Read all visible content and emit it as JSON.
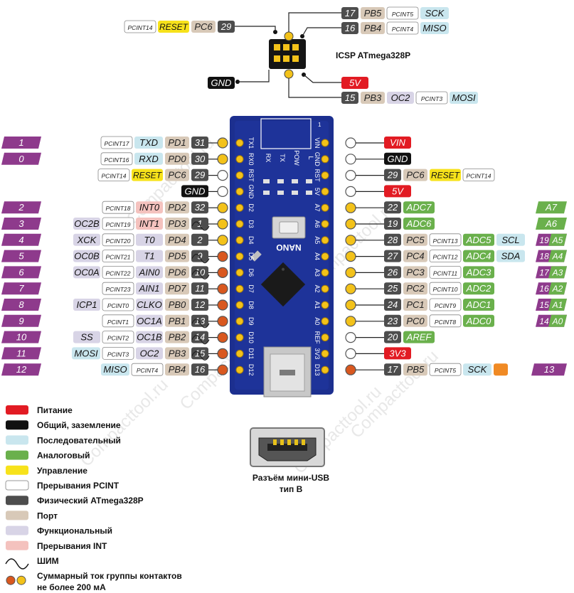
{
  "colors": {
    "power": "#e21b23",
    "ground": "#111111",
    "serial": "#c9e6ee",
    "analog": "#6ab04c",
    "control": "#f7e21b",
    "pcint": "#ffffff",
    "physical": "#4d4d4d",
    "port": "#d8c9b8",
    "function": "#d8d4e6",
    "int": "#f4c2be",
    "arduino_digital": "#8e3a8c",
    "pcb": "#1c2f8f",
    "pin_gold": "#f3c21a",
    "pin_orange": "#d9581f"
  },
  "icsp": {
    "title": "ICSP ATmega328P",
    "pins": [
      {
        "labels": [
          "17",
          "PB5",
          "PCINT5",
          "SCK"
        ]
      },
      {
        "labels": [
          "16",
          "PB4",
          "PCINT4",
          "MISO"
        ]
      },
      {
        "labels": [
          "PCINT14",
          "RESET",
          "PC6",
          "29"
        ]
      },
      {
        "labels": [
          "GND"
        ]
      },
      {
        "labels": [
          "5V"
        ]
      },
      {
        "labels": [
          "15",
          "PB3",
          "OC2",
          "PCINT3",
          "MOSI"
        ]
      }
    ]
  },
  "board": {
    "name": "NANO",
    "left_silk": [
      "TX1",
      "RX0",
      "RST",
      "GND",
      "D2",
      "D3",
      "D4",
      "D5",
      "D6",
      "D7",
      "D8",
      "D9",
      "D10",
      "D11",
      "D12"
    ],
    "right_silk": [
      "VIN",
      "GND",
      "RST",
      "5V",
      "A7",
      "A6",
      "A5",
      "A4",
      "A3",
      "A2",
      "A1",
      "A0",
      "REF",
      "3V3",
      "D13"
    ],
    "led_labels": [
      "RX",
      "TX",
      "POW",
      "L"
    ],
    "header_label": "1"
  },
  "left_pins": [
    {
      "num": "1",
      "labels": [
        "PCINT17",
        "TXD",
        "PD1",
        "31"
      ]
    },
    {
      "num": "0",
      "labels": [
        "PCINT16",
        "RXD",
        "PD0",
        "30"
      ]
    },
    {
      "num": "",
      "labels": [
        "PCINT14",
        "RESET",
        "PC6",
        "29"
      ]
    },
    {
      "num": "",
      "labels": [
        "GND"
      ]
    },
    {
      "num": "2",
      "labels": [
        "PCINT18",
        "INT0",
        "PD2",
        "32"
      ]
    },
    {
      "num": "3",
      "labels": [
        "OC2B",
        "PCINT19",
        "INT1",
        "PD3",
        "1"
      ]
    },
    {
      "num": "4",
      "labels": [
        "XCK",
        "PCINT20",
        "T0",
        "PD4",
        "2"
      ]
    },
    {
      "num": "5",
      "labels": [
        "OC0B",
        "PCINT21",
        "T1",
        "PD5",
        "9"
      ]
    },
    {
      "num": "6",
      "labels": [
        "OC0A",
        "PCINT22",
        "AIN0",
        "PD6",
        "10"
      ]
    },
    {
      "num": "7",
      "labels": [
        "PCINT23",
        "AIN1",
        "PD7",
        "11"
      ]
    },
    {
      "num": "8",
      "labels": [
        "ICP1",
        "PCINT0",
        "CLKO",
        "PB0",
        "12"
      ]
    },
    {
      "num": "9",
      "labels": [
        "PCINT1",
        "OC1A",
        "PB1",
        "13"
      ]
    },
    {
      "num": "10",
      "labels": [
        "SS",
        "PCINT2",
        "OC1B",
        "PB2",
        "14"
      ]
    },
    {
      "num": "11",
      "labels": [
        "MOSI",
        "PCINT3",
        "OC2",
        "PB3",
        "15"
      ]
    },
    {
      "num": "12",
      "labels": [
        "MISO",
        "PCINT4",
        "PB4",
        "16"
      ]
    }
  ],
  "right_pins": [
    {
      "labels": [
        "VIN"
      ],
      "arduino": ""
    },
    {
      "labels": [
        "GND"
      ],
      "arduino": ""
    },
    {
      "labels": [
        "29",
        "PC6",
        "RESET",
        "PCINT14"
      ],
      "arduino": ""
    },
    {
      "labels": [
        "5V"
      ],
      "arduino": ""
    },
    {
      "labels": [
        "22",
        "ADC7"
      ],
      "arduino": "A7"
    },
    {
      "labels": [
        "19",
        "ADC6"
      ],
      "arduino": "A6"
    },
    {
      "labels": [
        "28",
        "PC5",
        "PCINT13",
        "ADC5",
        "SCL"
      ],
      "arduino": "19 A5"
    },
    {
      "labels": [
        "27",
        "PC4",
        "PCINT12",
        "ADC4",
        "SDA"
      ],
      "arduino": "18 A4"
    },
    {
      "labels": [
        "26",
        "PC3",
        "PCINT11",
        "ADC3"
      ],
      "arduino": "17 A3"
    },
    {
      "labels": [
        "25",
        "PC2",
        "PCINT10",
        "ADC2"
      ],
      "arduino": "16 A2"
    },
    {
      "labels": [
        "24",
        "PC1",
        "PCINT9",
        "ADC1"
      ],
      "arduino": "15 A1"
    },
    {
      "labels": [
        "23",
        "PC0",
        "PCINT8",
        "ADC0"
      ],
      "arduino": "14 A0"
    },
    {
      "labels": [
        "20",
        "AREF"
      ],
      "arduino": ""
    },
    {
      "labels": [
        "3V3"
      ],
      "arduino": ""
    },
    {
      "labels": [
        "17",
        "PB5",
        "PCINT5",
        "SCK"
      ],
      "arduino": "13"
    }
  ],
  "legend": [
    {
      "label": "Питание"
    },
    {
      "label": "Общий, заземление"
    },
    {
      "label": "Последовательный"
    },
    {
      "label": "Аналоговый"
    },
    {
      "label": "Управление"
    },
    {
      "label": "Прерывания PCINT"
    },
    {
      "label": "Физический ATmega328P"
    },
    {
      "label": "Порт"
    },
    {
      "label": "Функциональный"
    },
    {
      "label": "Прерывания INT"
    },
    {
      "label": "ШИМ"
    },
    {
      "label": "Суммарный ток группы контактов не более 200 мА"
    }
  ],
  "usb": {
    "caption_line1": "Разъём мини-USB",
    "caption_line2": "тип B"
  },
  "watermark": "Compacttool.ru"
}
